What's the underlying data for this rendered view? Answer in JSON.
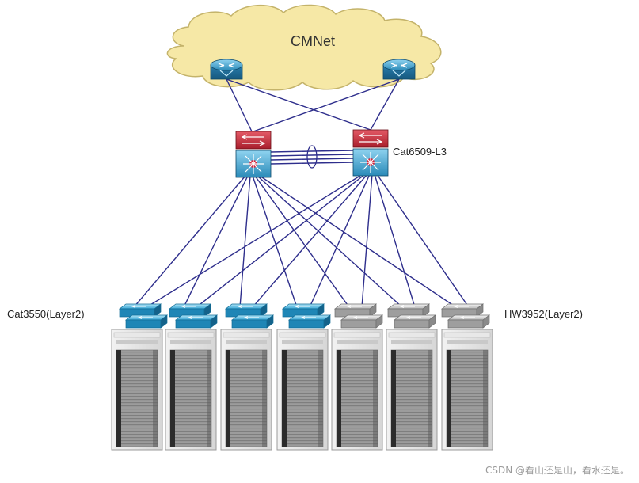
{
  "cloud": {
    "label": "CMNet"
  },
  "core": {
    "label": "Cat6509-L3"
  },
  "access": {
    "left_label": "Cat3550(Layer2)",
    "right_label": "HW3952(Layer2)"
  },
  "watermark": "CSDN @看山还是山，看水还是。",
  "colors": {
    "link": "#2e2e8c",
    "cloud_fill": "#f6e8a6",
    "cloud_stroke": "#c4b36a",
    "router_blue": "#2a8ab8",
    "core_red": "#c62a3a",
    "cisco_switch": "#3aa6d4",
    "hw_switch": "#c8c8c8",
    "server_front": "#9a9a9a"
  },
  "devices": {
    "routers": [
      "router-left",
      "router-right"
    ],
    "core_switches": [
      "core-switch-left",
      "core-switch-right"
    ],
    "cisco_access": [
      "cat3550-1",
      "cat3550-2",
      "cat3550-3",
      "cat3550-4"
    ],
    "hw_access": [
      "hw3952-1",
      "hw3952-2",
      "hw3952-3"
    ],
    "server_racks": 7
  }
}
